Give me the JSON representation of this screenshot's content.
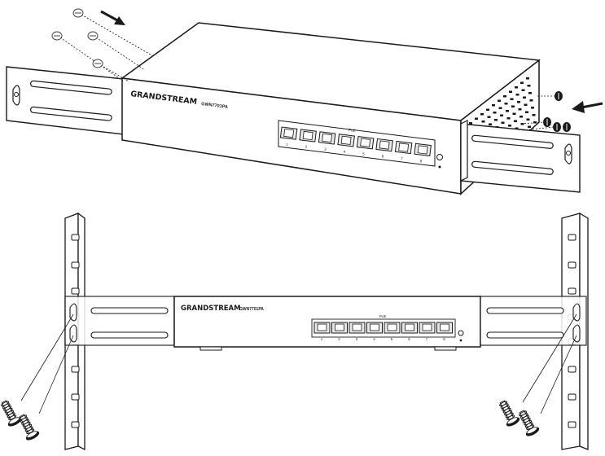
{
  "top_switch": {
    "brand": "GRANDSTREAM",
    "model": "GWN7701PA",
    "poe_label": "PoE",
    "port_numbers": [
      "1",
      "2",
      "3",
      "4",
      "5",
      "6",
      "7",
      "8"
    ]
  },
  "bottom_switch": {
    "brand": "GRANDSTREAM",
    "model": "GWN7701PA",
    "poe_label": "PoE",
    "port_numbers": [
      "1",
      "2",
      "3",
      "4",
      "5",
      "6",
      "7",
      "8"
    ]
  },
  "icons": {
    "arrow_left_top": "arrow-icon",
    "arrow_right_top": "arrow-icon",
    "screw": "screw-icon",
    "rack_screw": "rack-screw-icon"
  },
  "colors": {
    "line": "#1a1a1a",
    "fill": "#ffffff",
    "port_fill": "#e8e8e8"
  }
}
